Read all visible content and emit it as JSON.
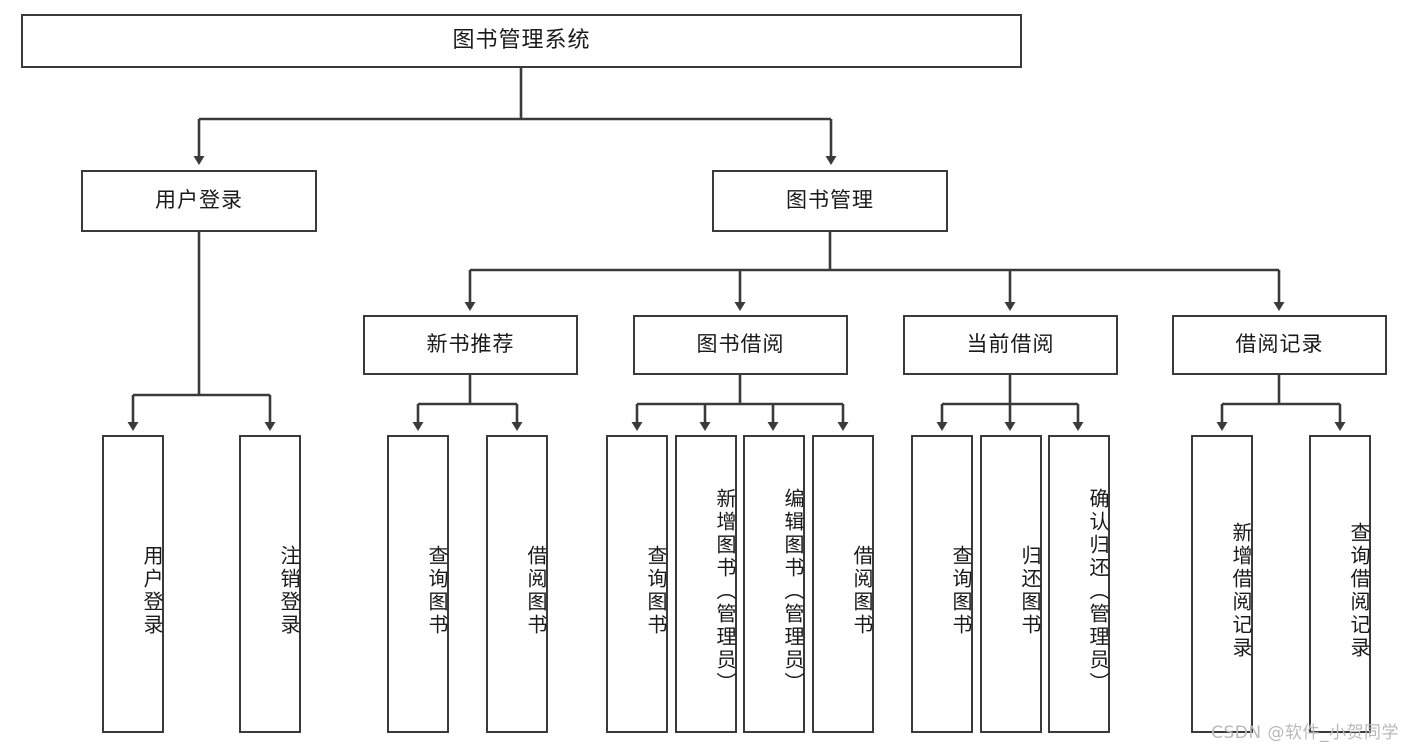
{
  "diagram": {
    "title": "图书管理系统",
    "type": "hierarchy-tree",
    "watermark": "CSDN @软件_小贺同学",
    "colors": {
      "box_border": "#3a3a3a",
      "box_fill": "#ffffff",
      "connector": "#3a3a3a",
      "text": "#1a1a1a",
      "watermark": "#b9b9b9"
    },
    "nodes": {
      "root": {
        "label": "图书管理系统"
      },
      "level2": [
        {
          "label": "用户登录"
        },
        {
          "label": "图书管理"
        }
      ],
      "level3": [
        {
          "label": "新书推荐"
        },
        {
          "label": "图书借阅"
        },
        {
          "label": "当前借阅"
        },
        {
          "label": "借阅记录"
        }
      ],
      "leaves": [
        {
          "label": "用户登录",
          "parent": "用户登录"
        },
        {
          "label": "注销登录",
          "parent": "用户登录"
        },
        {
          "label": "查询图书",
          "parent": "新书推荐"
        },
        {
          "label": "借阅图书",
          "parent": "新书推荐"
        },
        {
          "label": "查询图书",
          "parent": "图书借阅"
        },
        {
          "label": "新增图书（管理员）",
          "parent": "图书借阅"
        },
        {
          "label": "编辑图书（管理员）",
          "parent": "图书借阅"
        },
        {
          "label": "借阅图书",
          "parent": "图书借阅"
        },
        {
          "label": "查询图书",
          "parent": "当前借阅"
        },
        {
          "label": "归还图书",
          "parent": "当前借阅"
        },
        {
          "label": "确认归还（管理员）",
          "parent": "当前借阅"
        },
        {
          "label": "新增借阅记录",
          "parent": "借阅记录"
        },
        {
          "label": "查询借阅记录",
          "parent": "借阅记录"
        }
      ]
    }
  }
}
